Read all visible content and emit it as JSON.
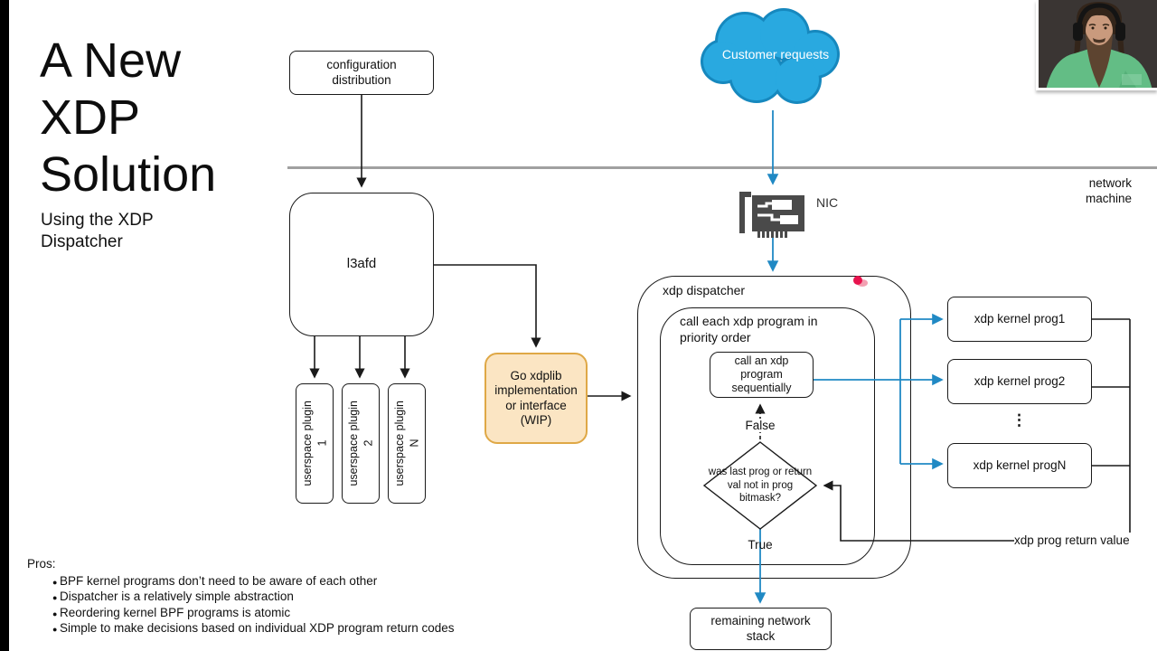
{
  "slide": {
    "title": "A New XDP Solution",
    "subtitle": "Using the XDP Dispatcher"
  },
  "pros": {
    "heading": "Pros:",
    "items": [
      "BPF kernel programs don’t need to be aware of each other",
      "Dispatcher is a relatively simple abstraction",
      "Reordering kernel BPF programs is atomic",
      "Simple to make decisions based on individual XDP program return codes"
    ]
  },
  "diagram": {
    "config_box": "configuration distribution",
    "cloud_label": "Customer requests",
    "nic_label": "NIC",
    "machine_label": "network machine",
    "l3afd_label": "l3afd",
    "plugins": [
      {
        "label": "userspace plugin",
        "num": "1"
      },
      {
        "label": "userspace plugin",
        "num": "2"
      },
      {
        "label": "userspace plugin",
        "num": "N"
      }
    ],
    "go_box": "Go xdplib implementation or interface (WIP)",
    "dispatcher_label": "xdp dispatcher",
    "priority_label": "call each xdp program in priority order",
    "call_box": "call an xdp program sequentially",
    "false_label": "False",
    "true_label": "True",
    "decision_diamond": "was last prog or return val not in prog bitmask?",
    "kernel_progs": [
      "xdp kernel prog1",
      "xdp kernel prog2",
      "xdp kernel progN"
    ],
    "progs_ellipsis": "⋮",
    "return_label": "xdp prog return value",
    "stack_box": "remaining network stack"
  },
  "colors": {
    "arrow_blue": "#2089c4",
    "cloud_blue": "#29a9e0",
    "cloud_outline": "#1688be",
    "go_fill": "#fbe5c3",
    "go_border": "#dfa846",
    "laser_red": "#e8134e",
    "shirt_green": "#63bd85",
    "nic_gray": "#4a4a4a",
    "separator_gray": "#a0a0a0"
  }
}
